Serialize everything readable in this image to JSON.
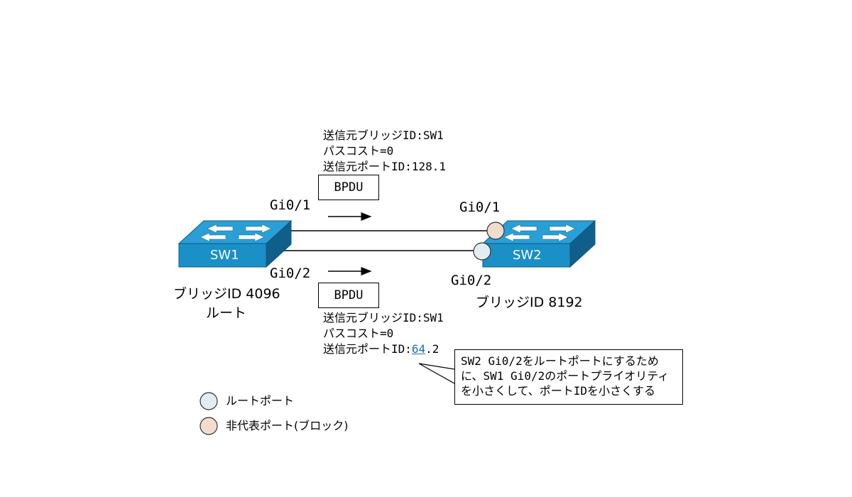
{
  "sw1": {
    "label": "SW1",
    "bridge_id": "ブリッジID 4096",
    "role": "ルート"
  },
  "sw2": {
    "label": "SW2",
    "bridge_id": "ブリッジID 8192"
  },
  "ports": {
    "sw1_gi01": "Gi0/1",
    "sw1_gi02": "Gi0/2",
    "sw2_gi01": "Gi0/1",
    "sw2_gi02": "Gi0/2"
  },
  "bpdu_top": {
    "box_label": "BPDU",
    "line1": "送信元ブリッジID:SW1",
    "line2": "パスコスト=0",
    "line3": "送信元ポートID:128.1"
  },
  "bpdu_bottom": {
    "box_label": "BPDU",
    "line1": "送信元ブリッジID:SW1",
    "line2": "パスコスト=0",
    "line3_prefix": "送信元ポートID:",
    "line3_highlight": "64",
    "line3_suffix": ".2"
  },
  "callout": {
    "line1": "SW2 Gi0/2をルートポートにするため",
    "line2": "に、SW1 Gi0/2のポートプライオリティ",
    "line3": "を小さくして、ポートIDを小さくする"
  },
  "legend": {
    "root_port": "ルートポート",
    "blocked_port": "非代表ポート(ブロック)"
  },
  "colors": {
    "switch_top": "#2a9fd6",
    "switch_front": "#1b8fc8",
    "switch_side": "#0f5f8a",
    "root_port": "#e2edf1",
    "blocked_port": "#f2dccd",
    "highlight": "#1a6fb8"
  }
}
